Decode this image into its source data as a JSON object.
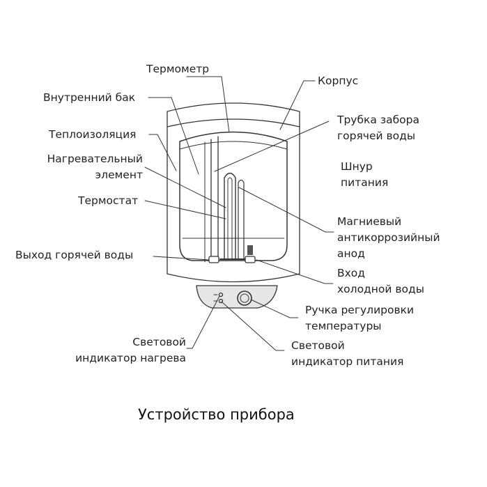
{
  "labels": {
    "thermometer": "Термометр",
    "body": "Корпус",
    "inner_tank": "Внутренний бак",
    "hot_water_pipe": "Трубка забора\nгорячей воды",
    "insulation": "Теплоизоляция",
    "heating_element": "Нагревательный\nэлемент",
    "power_cord": "Шнур\nпитания",
    "thermostat": "Термостат",
    "anode": "Магниевый\nантикоррозийный\nанод",
    "hot_water_outlet": "Выход горячей воды",
    "cold_water_inlet": "Вход\nхолодной воды",
    "temp_knob": "Ручка регулировки\nтемпературы",
    "heat_indicator": "Световой\nиндикатор нагрева",
    "power_indicator": "Световой\nиндикатор питания"
  },
  "caption": "Устройство прибора",
  "colors": {
    "line": "#333333",
    "text": "#222222",
    "panel": "#e6e6e6"
  }
}
